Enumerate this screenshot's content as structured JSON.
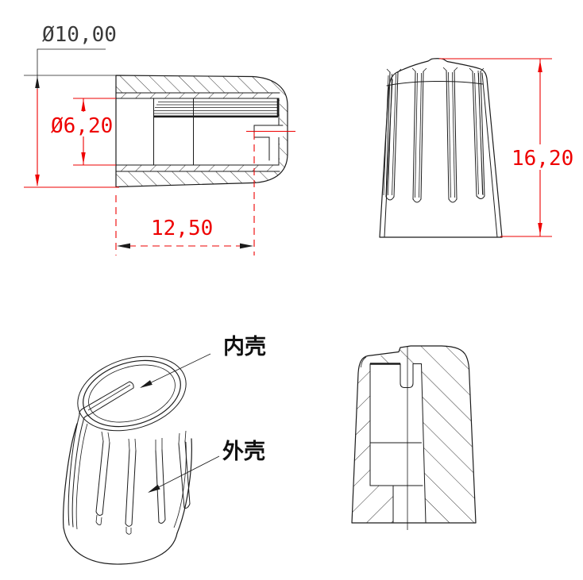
{
  "drawing": {
    "kind": "cad-technical-drawing",
    "subject": "knob cap with inner and outer shell",
    "colors": {
      "line_dark": "#1b1b1b",
      "dimension_red": "#ee0000",
      "background": "#ffffff"
    },
    "views": {
      "horizontal_section": {
        "dim_outer_diameter": "Ø10,00",
        "dim_inner_diameter": "Ø6,20",
        "dim_length": "12,50"
      },
      "side_elevation": {
        "dim_height": "16,20"
      },
      "isometric": {
        "label_inner_shell": "内壳",
        "label_outer_shell": "外壳"
      },
      "vertical_section": {}
    }
  }
}
